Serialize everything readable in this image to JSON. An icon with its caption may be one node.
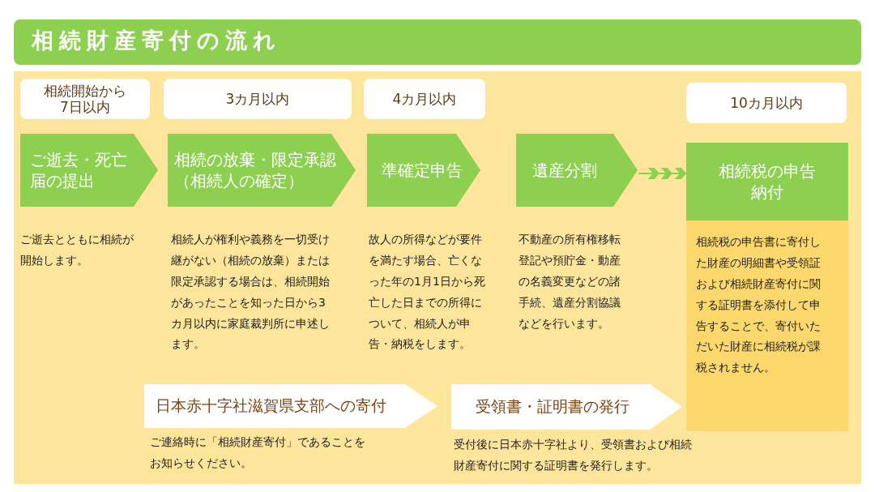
{
  "diagram": {
    "title": "相続財産寄付の流れ",
    "nodes": [
      {
        "text": [
          "相続開始から7日以内"
        ]
      },
      {
        "text": [
          "3カ月以内"
        ]
      },
      {
        "text": [
          "4カ月以内"
        ]
      },
      {
        "text": [
          "10カ月以内"
        ]
      },
      {
        "text": [
          "ご逝去・死亡届の提出"
        ],
        "beside": [
          "ご逝去とともに相続が開始します。"
        ]
      },
      {
        "text": [
          "相続の放棄・限定承認（相続人の確定）"
        ],
        "beside": [
          "相続人が権利や義務を一切受け継がない（相続の放棄）または限定承認する場合は、相続開始があったことを知った日から3カ月以内に家庭裁判所に申述します。"
        ]
      },
      {
        "text": [
          "準確定申告"
        ],
        "beside": [
          "故人の所得などが要件を満たす場合、亡くなった年の1月1日から死亡した日までの所得について、相続人が申告・納税をします。"
        ]
      },
      {
        "text": [
          "遺産分割"
        ],
        "beside": [
          "不動産の所有権移転登記や預貯金・動産の名義変更などの諸手続、遺産分割協議などを行います。"
        ]
      },
      {
        "text": [
          "相続税の申告納付",
          "相続税の申告書に寄付した財産の明細書や受領証および相続財産寄付に関する証明書を添付して申告することで、寄付いただいた財産に相続税が課税されません。"
        ]
      },
      {
        "text": [
          "日本赤十字社滋賀県支部への寄付"
        ],
        "beside": [
          "ご連絡時に「相続財産寄付」であることをお知らせください。"
        ]
      },
      {
        "text": [
          "受領書・証明書の発行"
        ],
        "beside": [
          "受付後に日本赤十字社より、受領書および相続財産寄付に関する証明書を発行します。"
        ]
      }
    ],
    "edges": [
      {
        "from": 7,
        "to": 8,
        "arrow": "to"
      }
    ]
  }
}
